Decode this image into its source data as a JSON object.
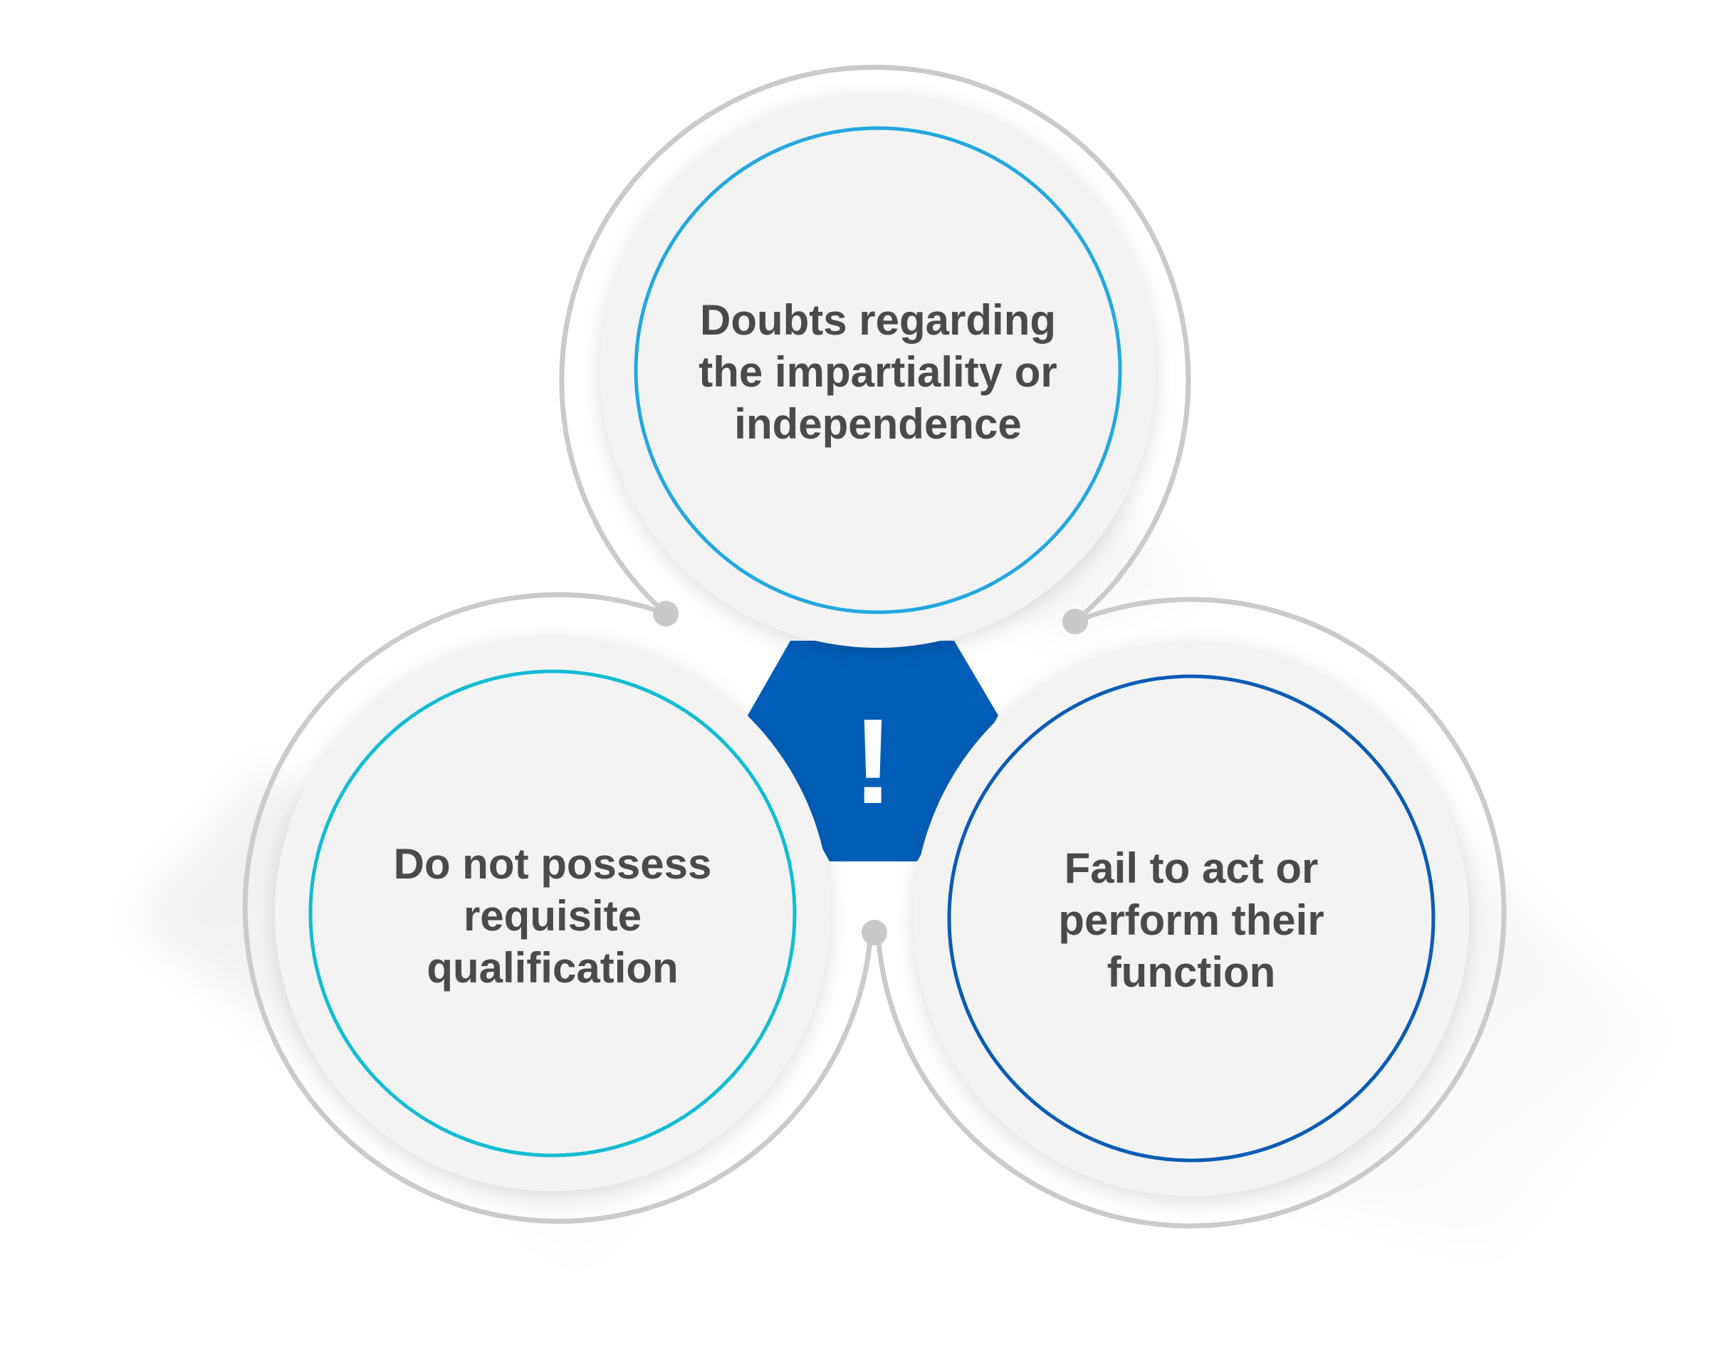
{
  "diagram": {
    "center_symbol": "!",
    "items": [
      {
        "position": "top",
        "lines": [
          "Doubts regarding",
          "the impartiality or",
          "independence"
        ],
        "ring_color": "#23a7e0"
      },
      {
        "position": "bottom-left",
        "lines": [
          "Do not possess",
          "requisite",
          "qualification"
        ],
        "ring_color": "#12bcd4"
      },
      {
        "position": "bottom-right",
        "lines": [
          "Fail to act or",
          "perform their",
          "function"
        ],
        "ring_color": "#0a5bb5"
      }
    ],
    "colors": {
      "center_fill": "#005eb8",
      "outer_ring": "#cbcbcb",
      "connector_dot": "#c9c9c9",
      "disc_fill": "#f3f3f3",
      "text": "#4a4a4a"
    }
  }
}
